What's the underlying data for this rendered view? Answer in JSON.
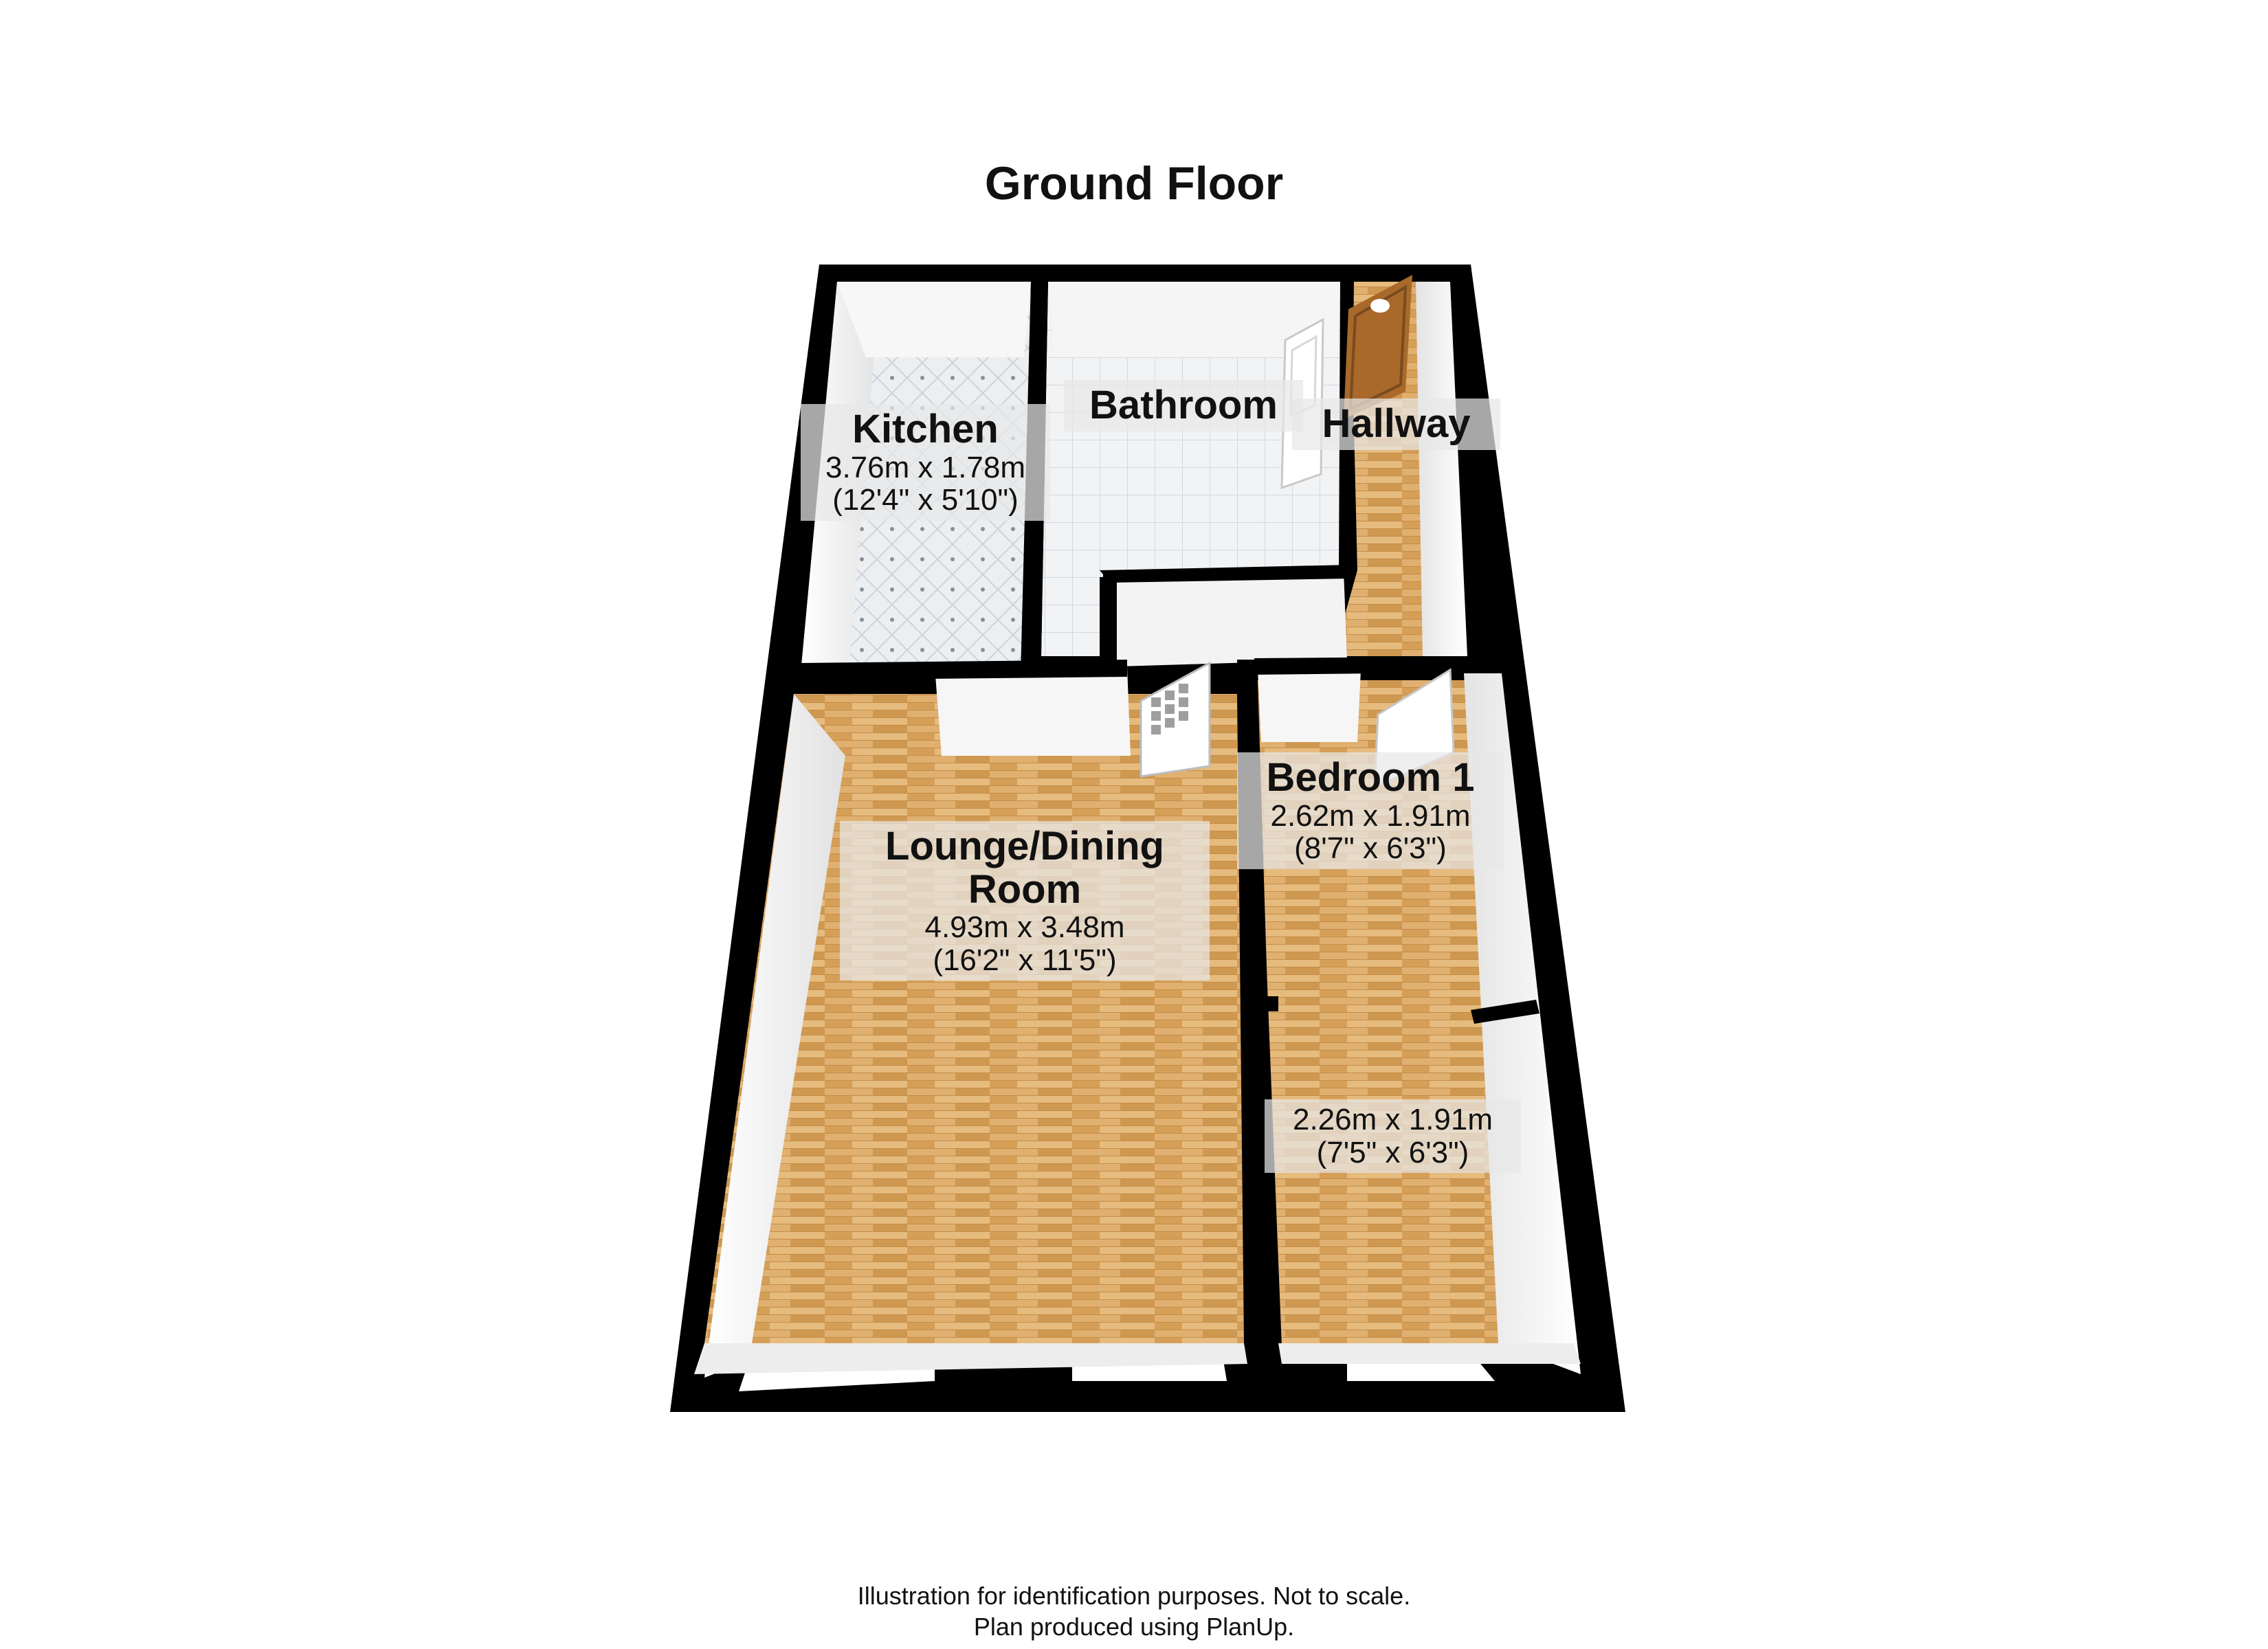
{
  "title": "Ground Floor",
  "rooms": {
    "kitchen": {
      "name": "Kitchen",
      "metric": "3.76m x 1.78m",
      "imperial": "(12'4\" x 5'10\")"
    },
    "bathroom": {
      "name": "Bathroom"
    },
    "hallway": {
      "name": "Hallway"
    },
    "lounge": {
      "name_line1": "Lounge/Dining",
      "name_line2": "Room",
      "metric": "4.93m x 3.48m",
      "imperial": "(16'2\" x 11'5\")"
    },
    "bedroom1": {
      "name": "Bedroom 1",
      "metric": "2.62m x 1.91m",
      "imperial": "(8'7\" x 6'3\")"
    },
    "bedroom2": {
      "metric": "2.26m x 1.91m",
      "imperial": "(7'5\" x 6'3\")"
    }
  },
  "footer": {
    "line1": "Illustration for identification purposes. Not to scale.",
    "line2": "Plan produced using PlanUp."
  },
  "colors": {
    "wall": "#000000",
    "wood_floor": "#d9a55f",
    "tile_floor": "#eef0f2",
    "inner_wall": "#f4f4f4"
  }
}
